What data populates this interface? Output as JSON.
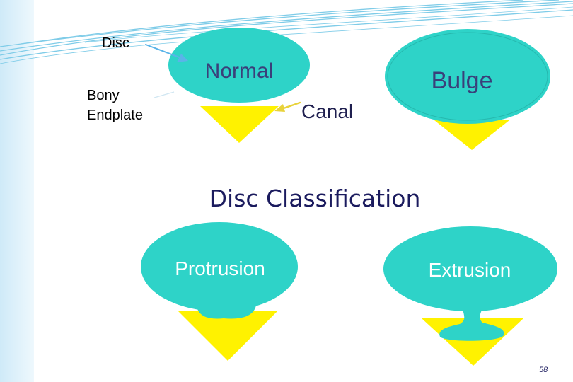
{
  "slide": {
    "title": "Disc Classification",
    "page_number": "58"
  },
  "labels": {
    "disc": "Disc",
    "bony_endplate_line1": "Bony",
    "bony_endplate_line2": "Endplate",
    "canal": "Canal"
  },
  "shapes": {
    "normal": "Normal",
    "bulge": "Bulge",
    "protrusion": "Protrusion",
    "extrusion": "Extrusion"
  },
  "colors": {
    "disc_fill": "#2ED3C8",
    "canal_fill": "#FFF200",
    "arrow_blue": "#5AB4E8",
    "arrow_yellow": "#E8D23A",
    "swoosh": "#7FCCE8"
  }
}
